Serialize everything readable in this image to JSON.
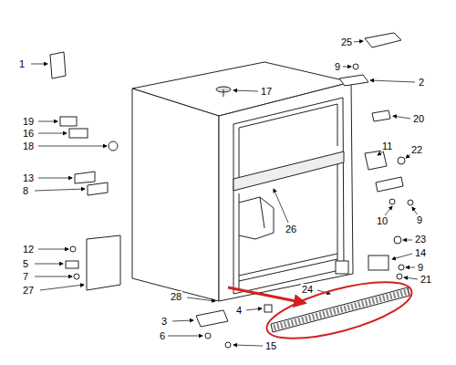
{
  "diagram": {
    "labels": [
      "1",
      "25",
      "9",
      "2",
      "17",
      "20",
      "19",
      "16",
      "18",
      "11",
      "22",
      "13",
      "8",
      "26",
      "10",
      "9",
      "12",
      "5",
      "7",
      "27",
      "23",
      "14",
      "9",
      "21",
      "24",
      "4",
      "28",
      "3",
      "15",
      "6"
    ]
  }
}
